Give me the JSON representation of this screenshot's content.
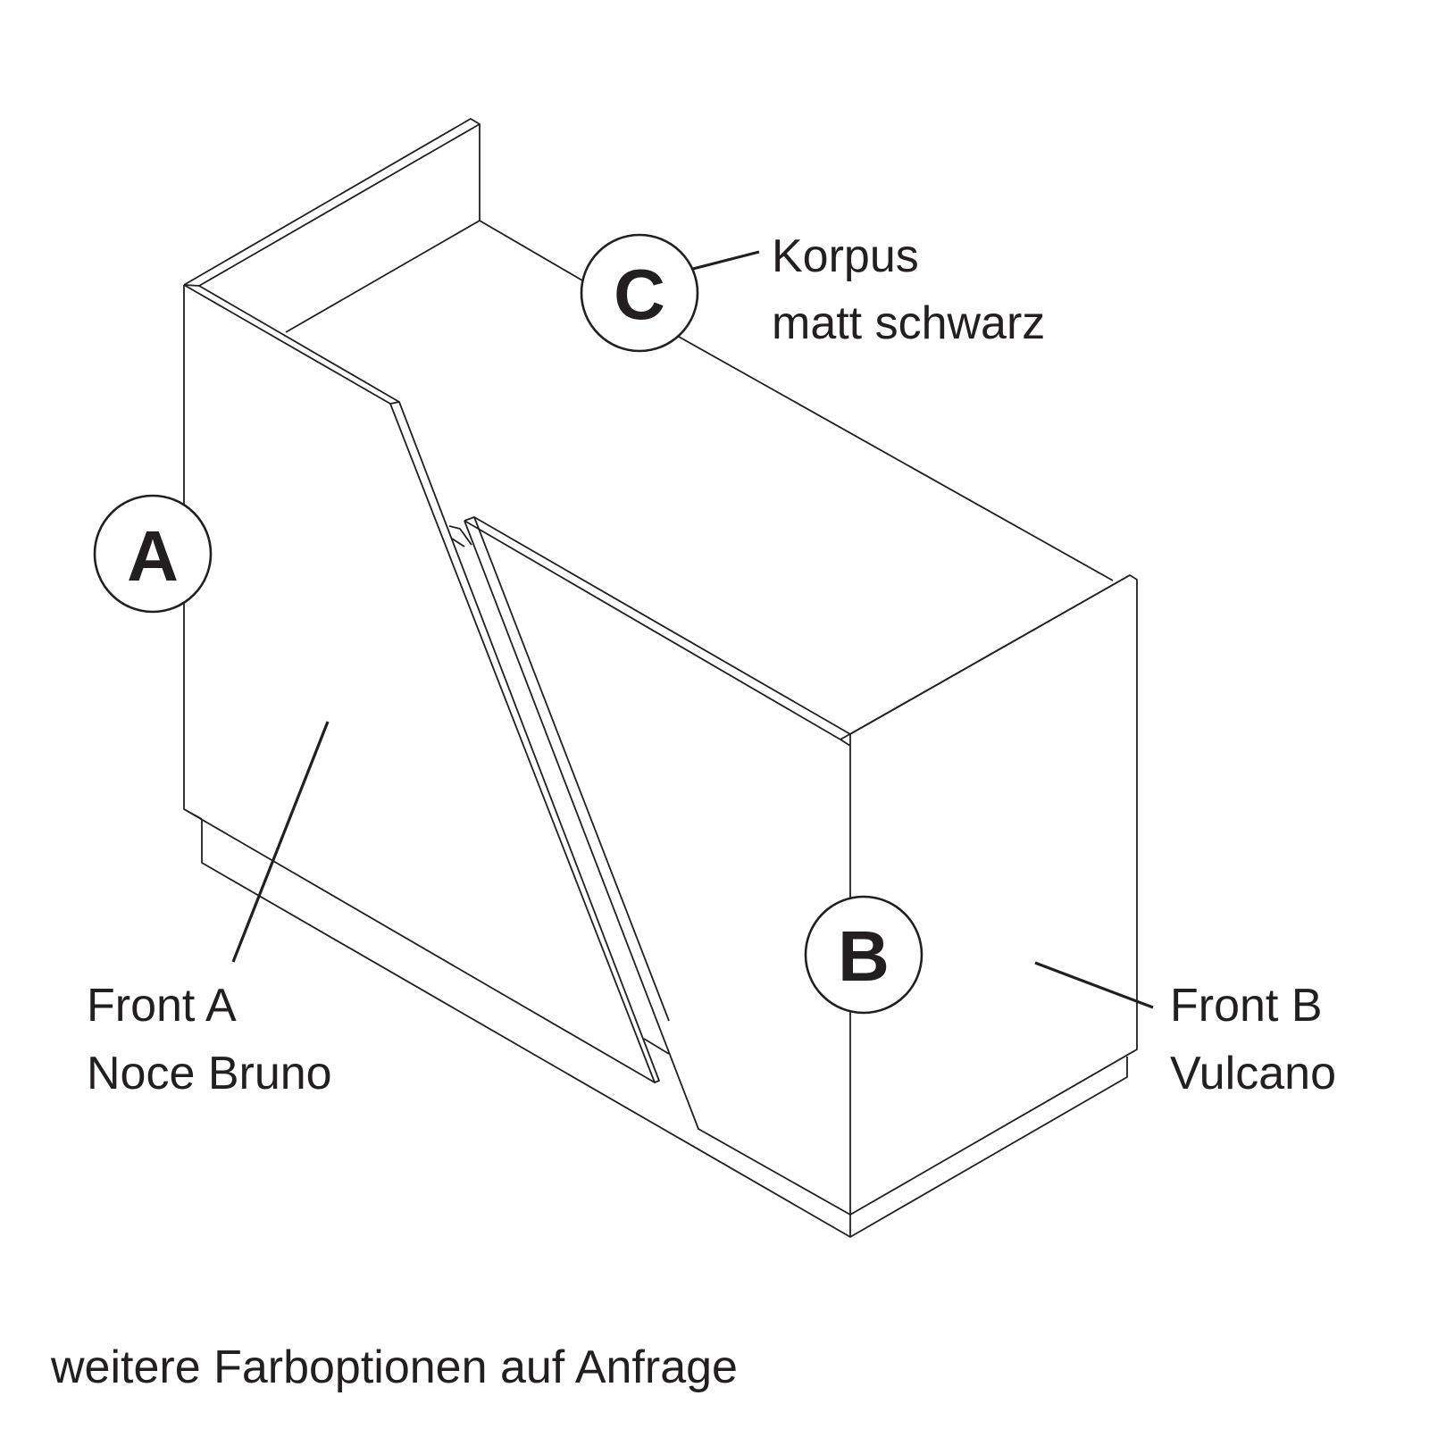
{
  "badges": {
    "a": "A",
    "b": "B",
    "c": "C"
  },
  "labels": {
    "korpus": {
      "line1": "Korpus",
      "line2": "matt schwarz"
    },
    "front_a": {
      "line1": "Front A",
      "line2": "Noce Bruno"
    },
    "front_b": {
      "line1": "Front B",
      "line2": "Vulcano"
    }
  },
  "footnote": "weitere Farboptionen auf Anfrage",
  "colors": {
    "ink": "#231f20",
    "background": "#ffffff"
  }
}
